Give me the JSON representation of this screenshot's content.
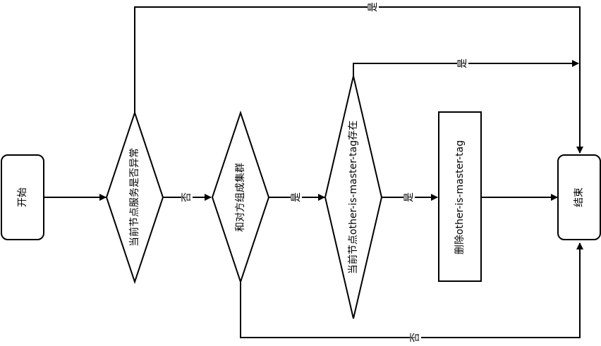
{
  "nodes": {
    "start": {
      "label": "开始"
    },
    "check_service": {
      "label": "当前节点服务是否异常"
    },
    "check_cluster": {
      "label": "和对方组成集群"
    },
    "check_tag": {
      "label": "当前节点other-is-master-tag存在"
    },
    "delete_tag": {
      "label": "删除other-is-master-tag"
    },
    "end": {
      "label": "结束"
    }
  },
  "edges": {
    "service_yes": {
      "label": "是"
    },
    "service_no": {
      "label": "否"
    },
    "cluster_yes": {
      "label": "是"
    },
    "cluster_no": {
      "label": "否"
    },
    "tag_yes_top": {
      "label": "是"
    },
    "tag_yes_right": {
      "label": "是"
    }
  }
}
